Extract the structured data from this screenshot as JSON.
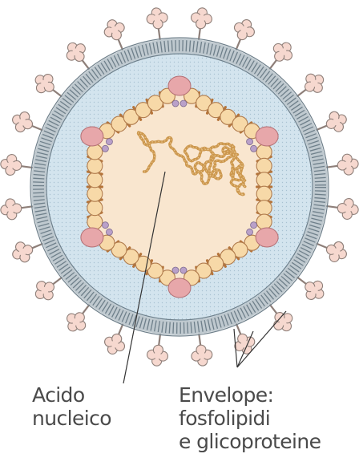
{
  "figure": {
    "subject": "enveloped virus particle, cross-section",
    "labels": {
      "nucleic_acid": [
        "Acido",
        "nucleico"
      ],
      "envelope": [
        "Envelope:",
        "fosfolipidi",
        "e glicoproteine"
      ]
    },
    "colors": {
      "background": "#ffffff",
      "spike": "#f6d8cf",
      "spike_outline": "#8e7f79",
      "envelope_fill": "#d3e4ee",
      "membrane_band": "#bfc9cf",
      "membrane_stripe": "#6e7f8a",
      "capsomer": "#f7d9a8",
      "capsomer_outline": "#b07b4c",
      "capsomer_bar": "#b5743a",
      "vertex_protein": "#e7a7aa",
      "small_protein": "#b9a0c9",
      "core": "#f9e6cf",
      "nucleic_acid": "#c99246",
      "label_text": "#4a4a4a",
      "leader_line": "#333333"
    },
    "spike_count": 24,
    "capsid_shape": "hexagon"
  }
}
